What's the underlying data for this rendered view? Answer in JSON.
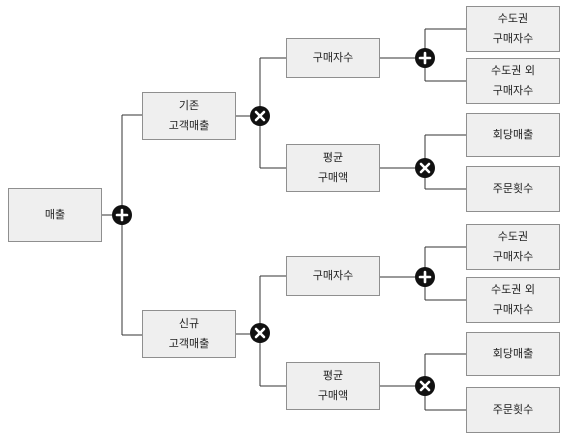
{
  "tree": {
    "root": {
      "label": "매출"
    },
    "operators": {
      "root": "plus",
      "existing": "times",
      "new": "times",
      "existing_buyers": "plus",
      "existing_avg": "times",
      "new_buyers": "plus",
      "new_avg": "times"
    },
    "existing": {
      "label": "기존\n고객매출",
      "buyers": {
        "label": "구매자수"
      },
      "avg": {
        "label": "평균\n구매액"
      },
      "metro_buyers": {
        "label": "수도권\n구매자수"
      },
      "nonmetro_buyers": {
        "label": "수도권 외\n구매자수"
      },
      "per_order": {
        "label": "회당매출"
      },
      "order_count": {
        "label": "주문횟수"
      }
    },
    "new": {
      "label": "신규\n고객매출",
      "buyers": {
        "label": "구매자수"
      },
      "avg": {
        "label": "평균\n구매액"
      },
      "metro_buyers": {
        "label": "수도권\n구매자수"
      },
      "nonmetro_buyers": {
        "label": "수도권 외\n구매자수"
      },
      "per_order": {
        "label": "회당매출"
      },
      "order_count": {
        "label": "주문횟수"
      }
    },
    "colors": {
      "box_fill": "#efefef",
      "box_border": "#8f8f8f",
      "connector": "#333333",
      "operator": "#111111"
    }
  }
}
